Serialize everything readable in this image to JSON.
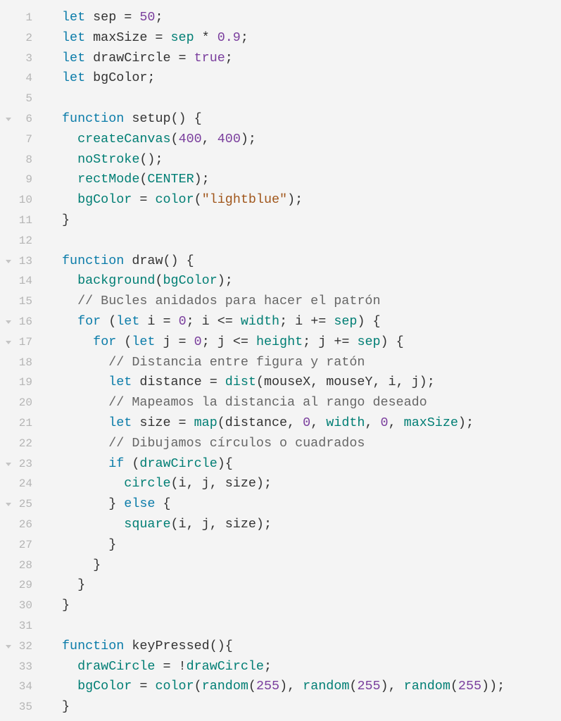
{
  "editor": {
    "colors": {
      "background": "#f4f4f4",
      "line_number": "#b5b5b5",
      "keyword": "#0b7ca9",
      "function": "#007e74",
      "number": "#7a3e9d",
      "string": "#a0561b",
      "comment": "#666666",
      "identifier": "#333333"
    },
    "lines": [
      {
        "num": "1",
        "fold": false,
        "tokens": [
          {
            "t": "kw",
            "v": "let"
          },
          {
            "t": "id",
            "v": " sep = "
          },
          {
            "t": "num",
            "v": "50"
          },
          {
            "t": "id",
            "v": ";"
          }
        ]
      },
      {
        "num": "2",
        "fold": false,
        "tokens": [
          {
            "t": "kw",
            "v": "let"
          },
          {
            "t": "id",
            "v": " maxSize = "
          },
          {
            "t": "fn",
            "v": "sep"
          },
          {
            "t": "id",
            "v": " * "
          },
          {
            "t": "num",
            "v": "0.9"
          },
          {
            "t": "id",
            "v": ";"
          }
        ]
      },
      {
        "num": "3",
        "fold": false,
        "tokens": [
          {
            "t": "kw",
            "v": "let"
          },
          {
            "t": "id",
            "v": " drawCircle = "
          },
          {
            "t": "num",
            "v": "true"
          },
          {
            "t": "id",
            "v": ";"
          }
        ]
      },
      {
        "num": "4",
        "fold": false,
        "tokens": [
          {
            "t": "kw",
            "v": "let"
          },
          {
            "t": "id",
            "v": " bgColor;"
          }
        ]
      },
      {
        "num": "5",
        "fold": false,
        "tokens": []
      },
      {
        "num": "6",
        "fold": true,
        "tokens": [
          {
            "t": "kw",
            "v": "function"
          },
          {
            "t": "id",
            "v": " setup() {"
          }
        ]
      },
      {
        "num": "7",
        "fold": false,
        "tokens": [
          {
            "t": "id",
            "v": "  "
          },
          {
            "t": "fn",
            "v": "createCanvas"
          },
          {
            "t": "id",
            "v": "("
          },
          {
            "t": "num",
            "v": "400"
          },
          {
            "t": "id",
            "v": ", "
          },
          {
            "t": "num",
            "v": "400"
          },
          {
            "t": "id",
            "v": ");"
          }
        ]
      },
      {
        "num": "8",
        "fold": false,
        "tokens": [
          {
            "t": "id",
            "v": "  "
          },
          {
            "t": "fn",
            "v": "noStroke"
          },
          {
            "t": "id",
            "v": "();"
          }
        ]
      },
      {
        "num": "9",
        "fold": false,
        "tokens": [
          {
            "t": "id",
            "v": "  "
          },
          {
            "t": "fn",
            "v": "rectMode"
          },
          {
            "t": "id",
            "v": "("
          },
          {
            "t": "fn",
            "v": "CENTER"
          },
          {
            "t": "id",
            "v": ");"
          }
        ]
      },
      {
        "num": "10",
        "fold": false,
        "tokens": [
          {
            "t": "id",
            "v": "  "
          },
          {
            "t": "fn",
            "v": "bgColor"
          },
          {
            "t": "id",
            "v": " = "
          },
          {
            "t": "fn",
            "v": "color"
          },
          {
            "t": "id",
            "v": "("
          },
          {
            "t": "str",
            "v": "\"lightblue\""
          },
          {
            "t": "id",
            "v": ");"
          }
        ]
      },
      {
        "num": "11",
        "fold": false,
        "tokens": [
          {
            "t": "id",
            "v": "}"
          }
        ]
      },
      {
        "num": "12",
        "fold": false,
        "tokens": []
      },
      {
        "num": "13",
        "fold": true,
        "tokens": [
          {
            "t": "kw",
            "v": "function"
          },
          {
            "t": "id",
            "v": " draw() {"
          }
        ]
      },
      {
        "num": "14",
        "fold": false,
        "tokens": [
          {
            "t": "id",
            "v": "  "
          },
          {
            "t": "fn",
            "v": "background"
          },
          {
            "t": "id",
            "v": "("
          },
          {
            "t": "fn",
            "v": "bgColor"
          },
          {
            "t": "id",
            "v": ");"
          }
        ]
      },
      {
        "num": "15",
        "fold": false,
        "tokens": [
          {
            "t": "id",
            "v": "  "
          },
          {
            "t": "cm",
            "v": "// Bucles anidados para hacer el patrón"
          }
        ]
      },
      {
        "num": "16",
        "fold": true,
        "tokens": [
          {
            "t": "id",
            "v": "  "
          },
          {
            "t": "kw",
            "v": "for"
          },
          {
            "t": "id",
            "v": " ("
          },
          {
            "t": "kw",
            "v": "let"
          },
          {
            "t": "id",
            "v": " i = "
          },
          {
            "t": "num",
            "v": "0"
          },
          {
            "t": "id",
            "v": "; i <= "
          },
          {
            "t": "fn",
            "v": "width"
          },
          {
            "t": "id",
            "v": "; i += "
          },
          {
            "t": "fn",
            "v": "sep"
          },
          {
            "t": "id",
            "v": ") {"
          }
        ]
      },
      {
        "num": "17",
        "fold": true,
        "tokens": [
          {
            "t": "id",
            "v": "    "
          },
          {
            "t": "kw",
            "v": "for"
          },
          {
            "t": "id",
            "v": " ("
          },
          {
            "t": "kw",
            "v": "let"
          },
          {
            "t": "id",
            "v": " j = "
          },
          {
            "t": "num",
            "v": "0"
          },
          {
            "t": "id",
            "v": "; j <= "
          },
          {
            "t": "fn",
            "v": "height"
          },
          {
            "t": "id",
            "v": "; j += "
          },
          {
            "t": "fn",
            "v": "sep"
          },
          {
            "t": "id",
            "v": ") {"
          }
        ]
      },
      {
        "num": "18",
        "fold": false,
        "tokens": [
          {
            "t": "id",
            "v": "      "
          },
          {
            "t": "cm",
            "v": "// Distancia entre figura y ratón"
          }
        ]
      },
      {
        "num": "19",
        "fold": false,
        "tokens": [
          {
            "t": "id",
            "v": "      "
          },
          {
            "t": "kw",
            "v": "let"
          },
          {
            "t": "id",
            "v": " distance = "
          },
          {
            "t": "fn",
            "v": "dist"
          },
          {
            "t": "id",
            "v": "(mouseX, mouseY, i, j);"
          }
        ]
      },
      {
        "num": "20",
        "fold": false,
        "tokens": [
          {
            "t": "id",
            "v": "      "
          },
          {
            "t": "cm",
            "v": "// Mapeamos la distancia al rango deseado"
          }
        ]
      },
      {
        "num": "21",
        "fold": false,
        "tokens": [
          {
            "t": "id",
            "v": "      "
          },
          {
            "t": "kw",
            "v": "let"
          },
          {
            "t": "id",
            "v": " size = "
          },
          {
            "t": "fn",
            "v": "map"
          },
          {
            "t": "id",
            "v": "(distance, "
          },
          {
            "t": "num",
            "v": "0"
          },
          {
            "t": "id",
            "v": ", "
          },
          {
            "t": "fn",
            "v": "width"
          },
          {
            "t": "id",
            "v": ", "
          },
          {
            "t": "num",
            "v": "0"
          },
          {
            "t": "id",
            "v": ", "
          },
          {
            "t": "fn",
            "v": "maxSize"
          },
          {
            "t": "id",
            "v": ");"
          }
        ]
      },
      {
        "num": "22",
        "fold": false,
        "tokens": [
          {
            "t": "id",
            "v": "      "
          },
          {
            "t": "cm",
            "v": "// Dibujamos círculos o cuadrados"
          }
        ]
      },
      {
        "num": "23",
        "fold": true,
        "tokens": [
          {
            "t": "id",
            "v": "      "
          },
          {
            "t": "kw",
            "v": "if"
          },
          {
            "t": "id",
            "v": " ("
          },
          {
            "t": "fn",
            "v": "drawCircle"
          },
          {
            "t": "id",
            "v": "){"
          }
        ]
      },
      {
        "num": "24",
        "fold": false,
        "tokens": [
          {
            "t": "id",
            "v": "        "
          },
          {
            "t": "fn",
            "v": "circle"
          },
          {
            "t": "id",
            "v": "(i, j, size);"
          }
        ]
      },
      {
        "num": "25",
        "fold": true,
        "tokens": [
          {
            "t": "id",
            "v": "      } "
          },
          {
            "t": "kw",
            "v": "else"
          },
          {
            "t": "id",
            "v": " {"
          }
        ]
      },
      {
        "num": "26",
        "fold": false,
        "tokens": [
          {
            "t": "id",
            "v": "        "
          },
          {
            "t": "fn",
            "v": "square"
          },
          {
            "t": "id",
            "v": "(i, j, size);"
          }
        ]
      },
      {
        "num": "27",
        "fold": false,
        "tokens": [
          {
            "t": "id",
            "v": "      }"
          }
        ]
      },
      {
        "num": "28",
        "fold": false,
        "tokens": [
          {
            "t": "id",
            "v": "    }"
          }
        ]
      },
      {
        "num": "29",
        "fold": false,
        "tokens": [
          {
            "t": "id",
            "v": "  }"
          }
        ]
      },
      {
        "num": "30",
        "fold": false,
        "tokens": [
          {
            "t": "id",
            "v": "}"
          }
        ]
      },
      {
        "num": "31",
        "fold": false,
        "tokens": []
      },
      {
        "num": "32",
        "fold": true,
        "tokens": [
          {
            "t": "kw",
            "v": "function"
          },
          {
            "t": "id",
            "v": " keyPressed(){"
          }
        ]
      },
      {
        "num": "33",
        "fold": false,
        "tokens": [
          {
            "t": "id",
            "v": "  "
          },
          {
            "t": "fn",
            "v": "drawCircle"
          },
          {
            "t": "id",
            "v": " = !"
          },
          {
            "t": "fn",
            "v": "drawCircle"
          },
          {
            "t": "id",
            "v": ";"
          }
        ]
      },
      {
        "num": "34",
        "fold": false,
        "tokens": [
          {
            "t": "id",
            "v": "  "
          },
          {
            "t": "fn",
            "v": "bgColor"
          },
          {
            "t": "id",
            "v": " = "
          },
          {
            "t": "fn",
            "v": "color"
          },
          {
            "t": "id",
            "v": "("
          },
          {
            "t": "fn",
            "v": "random"
          },
          {
            "t": "id",
            "v": "("
          },
          {
            "t": "num",
            "v": "255"
          },
          {
            "t": "id",
            "v": "), "
          },
          {
            "t": "fn",
            "v": "random"
          },
          {
            "t": "id",
            "v": "("
          },
          {
            "t": "num",
            "v": "255"
          },
          {
            "t": "id",
            "v": "), "
          },
          {
            "t": "fn",
            "v": "random"
          },
          {
            "t": "id",
            "v": "("
          },
          {
            "t": "num",
            "v": "255"
          },
          {
            "t": "id",
            "v": "));"
          }
        ]
      },
      {
        "num": "35",
        "fold": false,
        "tokens": [
          {
            "t": "id",
            "v": "}"
          }
        ]
      }
    ]
  }
}
